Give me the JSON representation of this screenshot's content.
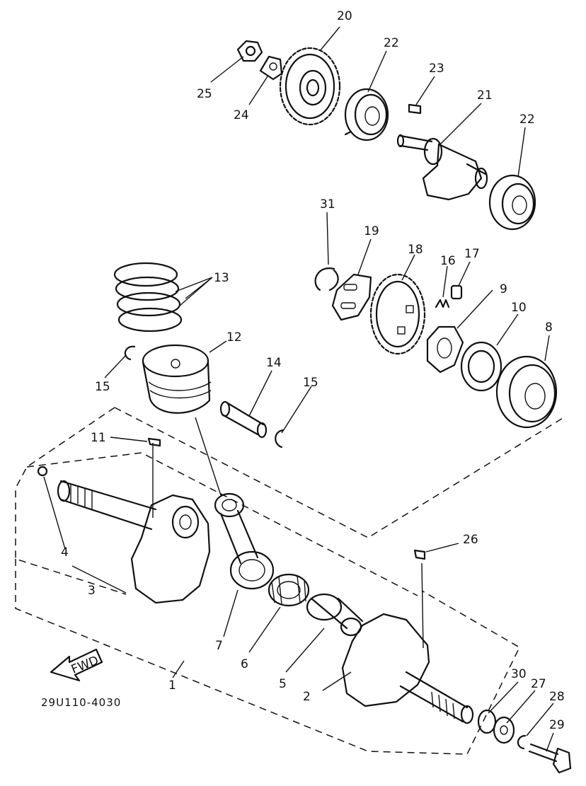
{
  "diagram_code": "29U110-4030",
  "fwd_label": "FWD",
  "callouts": [
    {
      "id": "c1",
      "label": "1"
    },
    {
      "id": "c2",
      "label": "2"
    },
    {
      "id": "c3",
      "label": "3"
    },
    {
      "id": "c4",
      "label": "4"
    },
    {
      "id": "c5",
      "label": "5"
    },
    {
      "id": "c6",
      "label": "6"
    },
    {
      "id": "c7",
      "label": "7"
    },
    {
      "id": "c8",
      "label": "8"
    },
    {
      "id": "c9",
      "label": "9"
    },
    {
      "id": "c10",
      "label": "10"
    },
    {
      "id": "c11",
      "label": "11"
    },
    {
      "id": "c12",
      "label": "12"
    },
    {
      "id": "c13",
      "label": "13"
    },
    {
      "id": "c14",
      "label": "14"
    },
    {
      "id": "c15a",
      "label": "15"
    },
    {
      "id": "c15b",
      "label": "15"
    },
    {
      "id": "c16",
      "label": "16"
    },
    {
      "id": "c17",
      "label": "17"
    },
    {
      "id": "c18",
      "label": "18"
    },
    {
      "id": "c19",
      "label": "19"
    },
    {
      "id": "c20",
      "label": "20"
    },
    {
      "id": "c21",
      "label": "21"
    },
    {
      "id": "c22a",
      "label": "22"
    },
    {
      "id": "c22b",
      "label": "22"
    },
    {
      "id": "c23",
      "label": "23"
    },
    {
      "id": "c24",
      "label": "24"
    },
    {
      "id": "c25",
      "label": "25"
    },
    {
      "id": "c26",
      "label": "26"
    },
    {
      "id": "c27",
      "label": "27"
    },
    {
      "id": "c28",
      "label": "28"
    },
    {
      "id": "c29",
      "label": "29"
    },
    {
      "id": "c30",
      "label": "30"
    },
    {
      "id": "c31",
      "label": "31"
    }
  ]
}
